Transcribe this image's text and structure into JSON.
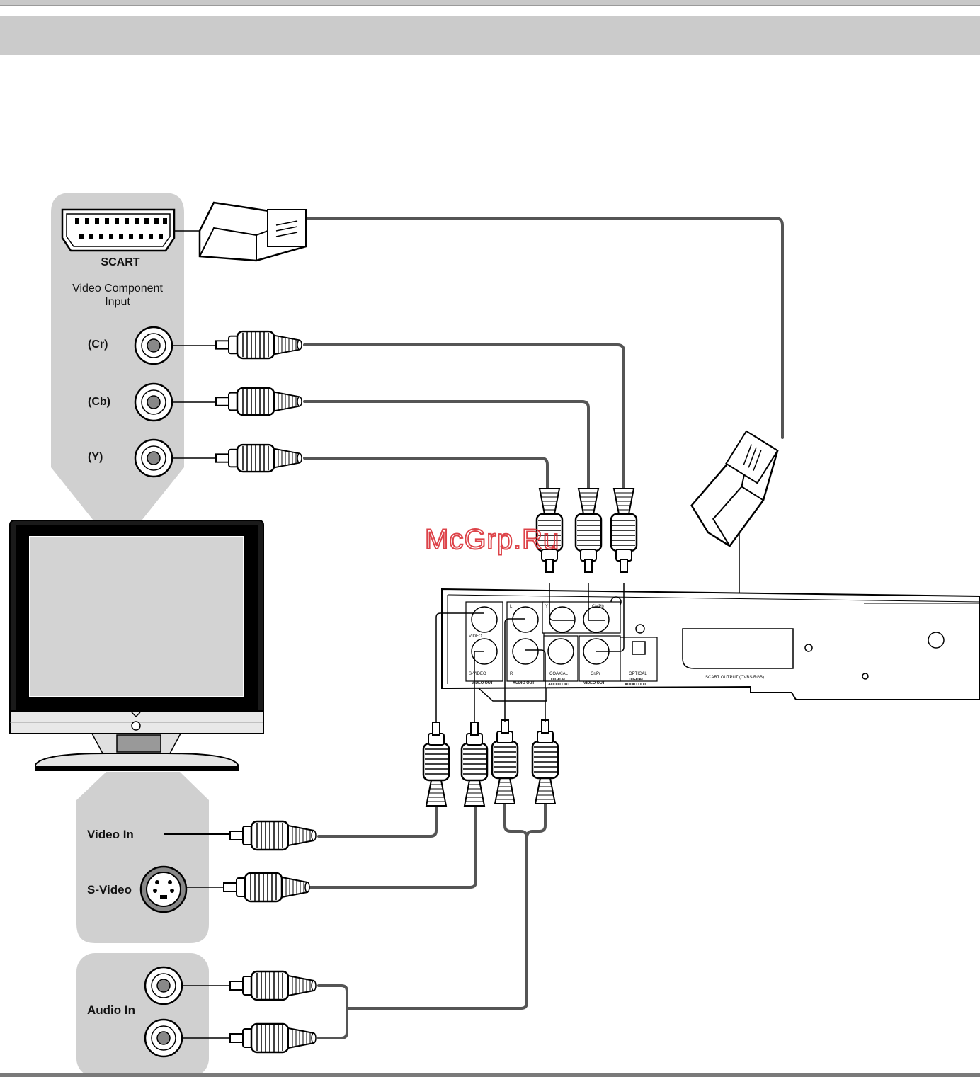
{
  "tv_panel": {
    "scart_label": "SCART",
    "component_title_line1": "Video Component",
    "component_title_line2": "Input",
    "cr_label": "(Cr)",
    "cb_label": "(Cb)",
    "y_label": "(Y)"
  },
  "video_panel": {
    "video_in_label": "Video In",
    "svideo_label": "S-Video"
  },
  "audio_panel": {
    "audio_in_label": "Audio In"
  },
  "player_panel": {
    "video_label": "VIDEO",
    "svideo_label": "S-VIDEO",
    "video_out_label": "VIDEO OUT",
    "l_label": "L",
    "r_label": "R",
    "audio_out_label": "AUDIO OUT",
    "y_label": "Y",
    "cbpb_label": "Cb/Pb",
    "coaxial_label": "COAXIAL",
    "digital_audio_out_coax_1": "DIGITAL",
    "digital_audio_out_coax_2": "AUDIO OUT",
    "crpr_label": "Cr/Pr",
    "component_video_out_label": "VIDEO OUT",
    "optical_label": "OPTICAL",
    "digital_audio_out_opt_1": "DIGITAL",
    "digital_audio_out_opt_2": "AUDIO OUT",
    "scart_output_label": "SCART OUTPUT (CVBS/RGB)"
  },
  "watermark": "McGrp.Ru",
  "colors": {
    "panel_gray": "#d0d0d0",
    "header_gray": "#cbcbcb",
    "cable": "#555555",
    "watermark_red": "#d8232a"
  }
}
